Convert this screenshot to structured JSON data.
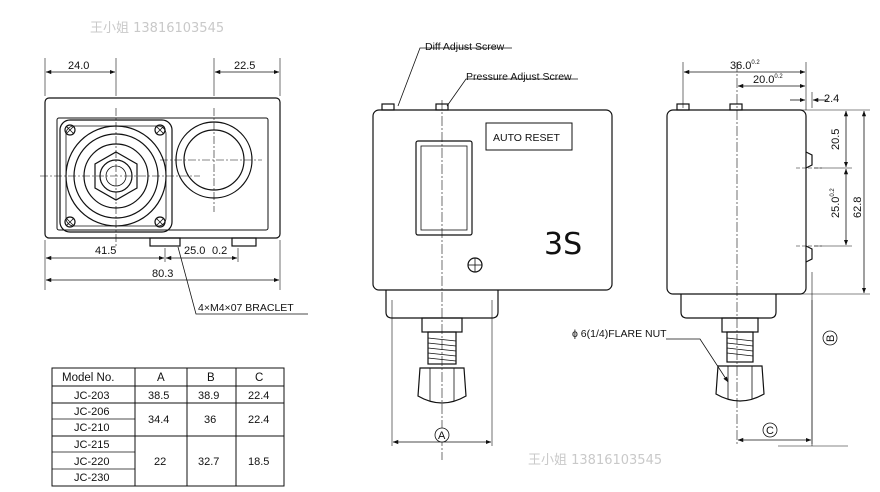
{
  "watermarks": {
    "top": "王小姐 13816103545",
    "bottom": "王小姐 13816103545"
  },
  "front_view": {
    "dims": {
      "top_left": "24.0",
      "top_right": "22.5",
      "bottom_a": "41.5",
      "bottom_b": "25.0",
      "bottom_c": "0.2",
      "overall": "80.3"
    },
    "bracket_note": "4×M4×07 BRACLET"
  },
  "side_view": {
    "diff_label": "Diff Adjust Screw",
    "pressure_label": "Pressure Adjust Screw",
    "auto_reset_label": "AUTO RESET",
    "model_mark": "3S",
    "marker_a": "A"
  },
  "end_view": {
    "dims": {
      "width_main": "36.0",
      "width_main_tol": "0.2",
      "width_inner": "20.0",
      "width_inner_tol": "0.2",
      "offset": "2.4",
      "upper": "20.5",
      "middle": "25.0",
      "middle_tol": "0.2",
      "height": "62.8"
    },
    "flare_label": "ϕ 6(1/4)FLARE NUT",
    "marker_b": "B",
    "marker_c": "C"
  },
  "model_table": {
    "headers": [
      "Model No.",
      "A",
      "B",
      "C"
    ],
    "models": [
      "JC-203",
      "JC-206",
      "JC-210",
      "JC-215",
      "JC-220",
      "JC-230"
    ],
    "groups": [
      {
        "A": "38.5",
        "B": "38.9",
        "C": "22.4"
      },
      {
        "A": "34.4",
        "B": "36",
        "C": "22.4"
      },
      {
        "A": "22",
        "B": "32.7",
        "C": "18.5"
      }
    ]
  }
}
